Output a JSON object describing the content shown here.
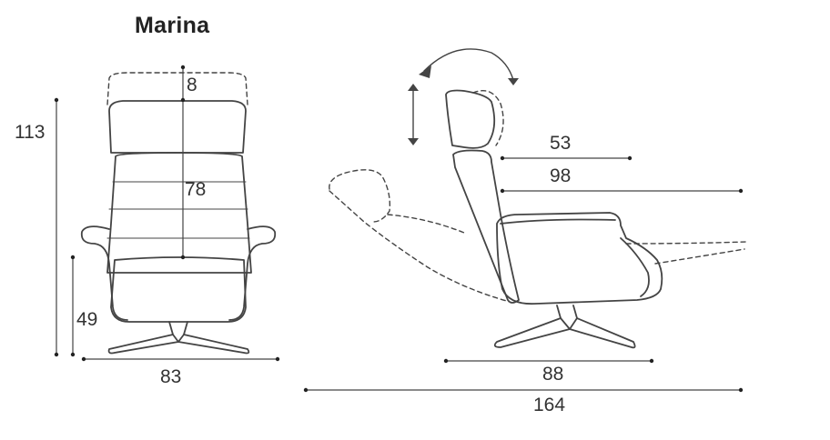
{
  "product": {
    "name": "Marina"
  },
  "front_view": {
    "height_total": "113",
    "headrest_extension": "8",
    "backrest_height": "78",
    "seat_height": "49",
    "width": "83"
  },
  "side_view": {
    "seat_depth": "53",
    "depth": "98",
    "base_depth": "88",
    "reclined_length": "164"
  }
}
